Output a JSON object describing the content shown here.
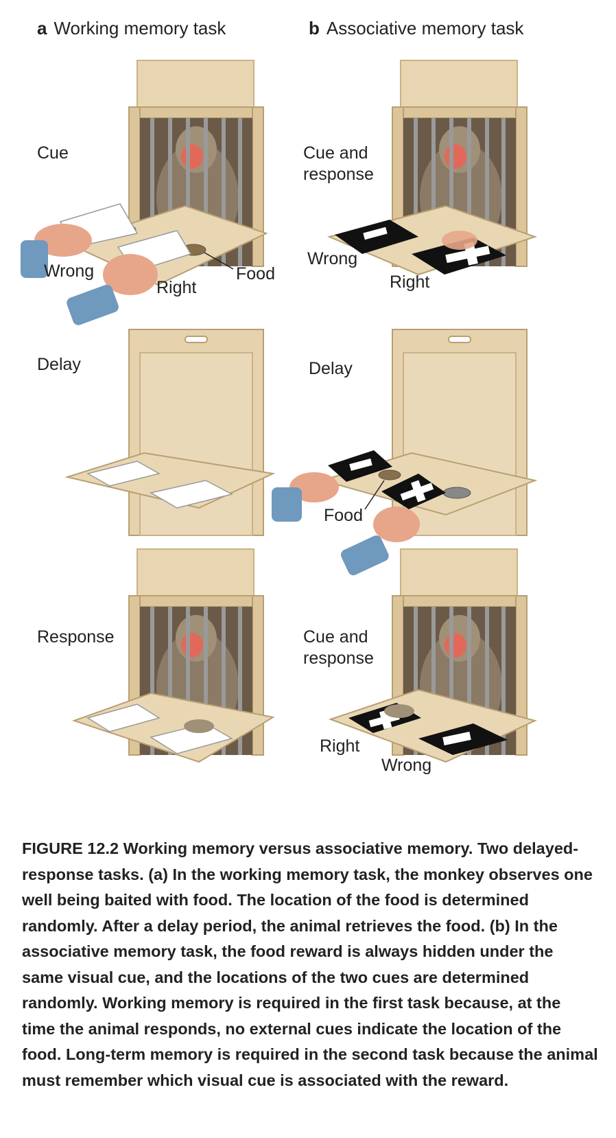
{
  "panels": {
    "a": {
      "letter": "a",
      "title": "Working memory task"
    },
    "b": {
      "letter": "b",
      "title": "Associative memory task"
    }
  },
  "labels": {
    "cue": "Cue",
    "cue_response_1": "Cue and\nresponse",
    "wrong_a": "Wrong",
    "right_a": "Right",
    "food_a": "Food",
    "wrong_b": "Wrong",
    "right_b": "Right",
    "delay_a": "Delay",
    "delay_b": "Delay",
    "food_b": "Food",
    "response": "Response",
    "cue_response_2": "Cue and\nresponse",
    "right_b2": "Right",
    "wrong_b2": "Wrong"
  },
  "caption": {
    "figure": "FIGURE 12.2",
    "title": "Working memory versus associative memory.",
    "part1": "Two delayed-response tasks.",
    "a": "(a)",
    "part2": "In the working memory task, the monkey observes one well being baited with food. The location of the food is determined randomly. After a delay period, the animal retrieves the food.",
    "b": "(b)",
    "part3": "In the associative memory task, the food reward is always hidden under the same visual cue, and the locations of the two cues are determined randomly. Working memory is required in the first task because, at the time the animal responds, no external cues indicate the location of the food. Long-term memory is required in the second task because the animal must remember which visual cue is associated with the reward."
  },
  "colors": {
    "apparatus": "#e6d2ac",
    "apparatus_dark": "#c9b287",
    "bars": "#8c8c8c",
    "monkey": "#8a7a66",
    "face": "#e2695a",
    "hand": "#e7a68a",
    "sleeve": "#6f99bd"
  }
}
